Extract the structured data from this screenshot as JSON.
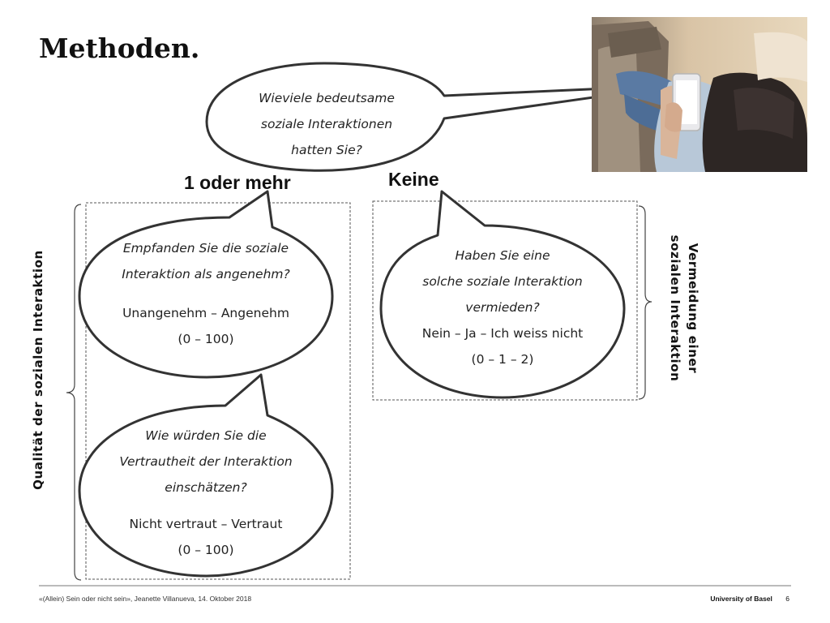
{
  "slide": {
    "title": "Methoden.",
    "top_question": {
      "lines": [
        "Wieviele bedeutsame",
        "soziale Interaktionen",
        "hatten Sie?"
      ]
    },
    "branch_left": "1 oder mehr",
    "branch_right": "Keine",
    "bubble_pleasant": {
      "question_lines": [
        "Empfanden Sie die soziale",
        "Interaktion als angenehm?"
      ],
      "scale_label": "Unangenehm – Angenehm",
      "scale_range": "(0 – 100)"
    },
    "bubble_familiar": {
      "question_lines": [
        "Wie würden Sie die",
        "Vertrautheit der Interaktion",
        "einschätzen?"
      ],
      "scale_label": "Nicht vertraut – Vertraut",
      "scale_range": "(0 – 100)"
    },
    "bubble_avoid": {
      "question_lines": [
        "Haben Sie eine",
        "solche soziale Interaktion",
        "vermieden?"
      ],
      "scale_label": "Nein – Ja – Ich weiss nicht",
      "scale_range": "(0 – 1 – 2)"
    },
    "label_left_vertical": "Qualität der sozialen Interaktion",
    "label_right_vertical": {
      "line1": "Vermeidung  einer",
      "line2": "sozialen Interaktion"
    },
    "footer": {
      "left": "«(Allein) Sein oder nicht sein», Jeanette Villanueva, 14. Oktober 2018",
      "university": "University of Basel",
      "page": "6"
    }
  }
}
